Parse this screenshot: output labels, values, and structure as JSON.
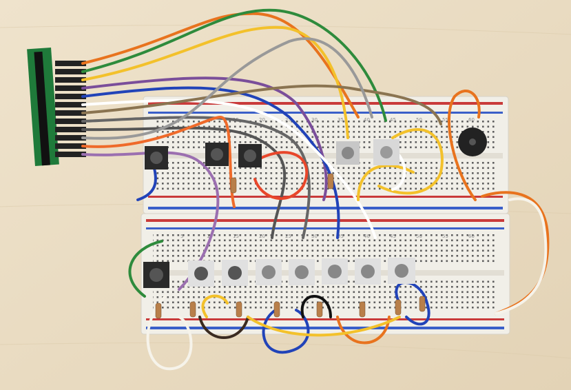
{
  "photo": {
    "subject": "breadboard-with-push-buttons",
    "colors": {
      "table": "#e9dcc4",
      "board": "#f1efe8",
      "rail_red": "#c93a3a",
      "rail_blue": "#3a5fc9"
    }
  },
  "breadboard_numbers": [
    "5",
    "10",
    "15",
    "20",
    "25",
    "30",
    "35",
    "40",
    "45",
    "50",
    "55",
    "60"
  ]
}
